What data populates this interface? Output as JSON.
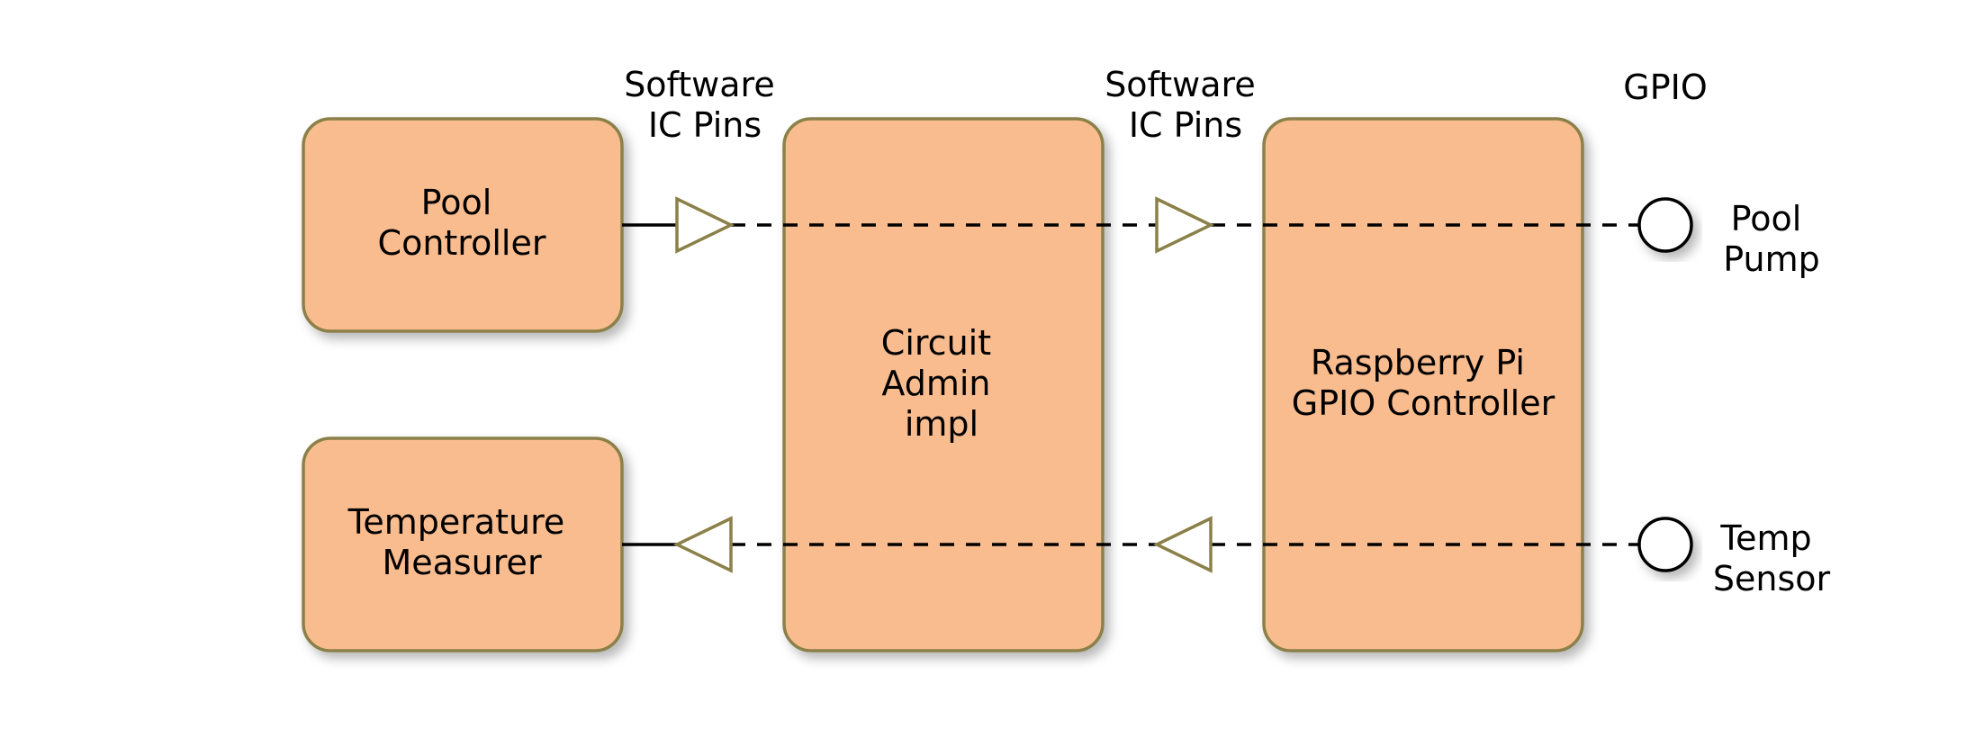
{
  "boxes": {
    "pool_controller": [
      "Pool",
      "Controller"
    ],
    "temperature_measurer": [
      "Temperature",
      "Measurer"
    ],
    "circuit_admin": [
      "Circuit",
      "Admin",
      "impl"
    ],
    "gpio_controller": [
      "Raspberry Pi",
      "GPIO Controller"
    ]
  },
  "column_labels": {
    "software_pins_left": [
      "Software",
      "IC Pins"
    ],
    "software_pins_right": [
      "Software",
      "IC Pins"
    ],
    "gpio": "GPIO"
  },
  "gpio_pins": {
    "pool_pump": [
      "Pool",
      "Pump"
    ],
    "temp_sensor": [
      "Temp",
      "Sensor"
    ]
  },
  "colors": {
    "box_fill": "#f9bc8f",
    "box_stroke": "#8b8048",
    "triangle_stroke": "#8b8048",
    "line": "#000000"
  }
}
